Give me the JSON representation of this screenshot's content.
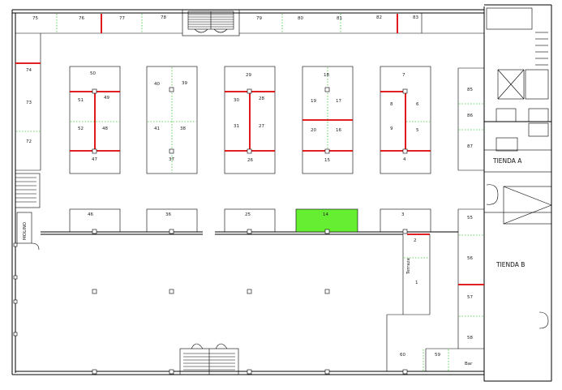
{
  "colors": {
    "highlight": "#66ee33",
    "divider_red": "#dd0000",
    "divider_green": "#33cc33",
    "walls": "#000000"
  },
  "stalls_top": [
    "75",
    "76",
    "77",
    "78",
    "79",
    "80",
    "81",
    "82",
    "83"
  ],
  "stalls_left": [
    "74",
    "73",
    "72"
  ],
  "stalls_right": [
    "85",
    "86",
    "87"
  ],
  "islands": [
    {
      "top": "50",
      "l1": "51",
      "r1": "49",
      "l2": "52",
      "r2": "48",
      "bottom": "47"
    },
    {
      "top": "",
      "l1": "40",
      "r1": "39",
      "l2": "41",
      "r2": "38",
      "bottom": "37"
    },
    {
      "top": "29",
      "l1": "30",
      "r1": "28",
      "l2": "31",
      "r2": "27",
      "bottom": "26"
    },
    {
      "top": "18",
      "l1": "19",
      "r1": "17",
      "l2": "20",
      "r2": "16",
      "bottom": "15"
    },
    {
      "top": "7",
      "l1": "8",
      "r1": "6",
      "l2": "9",
      "r2": "5",
      "bottom": "4"
    }
  ],
  "row_stalls": [
    "46",
    "36",
    "25",
    "14",
    "3"
  ],
  "highlighted_stall": "14",
  "terrace": {
    "label": "Terraza",
    "stalls": [
      "2",
      "1"
    ]
  },
  "right_column": [
    "55",
    "56",
    "57",
    "58"
  ],
  "bottom_stalls": [
    "60",
    "59"
  ],
  "bar_label": "Bar",
  "store_a": "TIENDA A",
  "store_b": "TIENDA B",
  "vertical_label": "MOLINO"
}
